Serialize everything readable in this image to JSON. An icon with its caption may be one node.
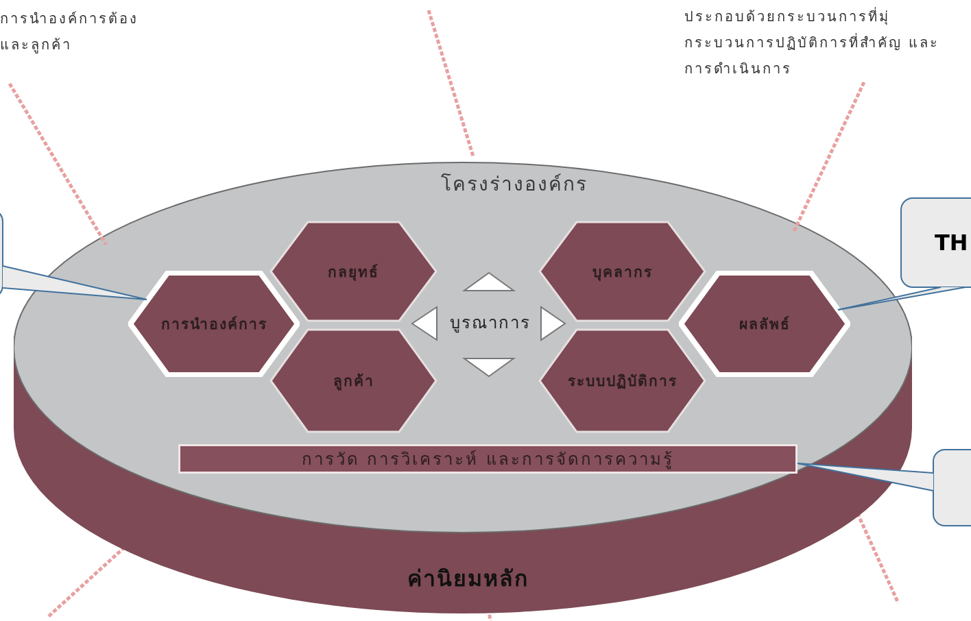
{
  "diagram": {
    "nodes": [
      {
        "text": [
          "การนำองค์การต้อง และลูกค้า"
        ]
      },
      {
        "text": [
          "ประกอบด้วยกระบวนการที่มุ่ กระบวนการปฏิบัติการที่สำคัญ และ การดำเนินการ"
        ]
      },
      {
        "text": [
          "โครงร่างองค์กร",
          "ค่านิยมหลัก"
        ]
      },
      {
        "text": [],
        "shape": "box"
      },
      {
        "text": [
          "การนำองค์การ"
        ],
        "in": 2
      },
      {
        "text": [
          "กลยุทธ์"
        ],
        "in": 2
      },
      {
        "text": [
          "ลูกค้า"
        ],
        "in": 2
      },
      {
        "text": [
          "บุคลากร"
        ],
        "in": 2
      },
      {
        "text": [
          "ระบบปฏิบัติการ"
        ],
        "in": 2
      },
      {
        "text": [
          "ผลลัพธ์"
        ],
        "in": 2
      },
      {
        "text": [
          "การวัด การวิเคราะห์ และการจัดการความรู้"
        ],
        "in": 2
      },
      {
        "text": [
          "TH"
        ]
      },
      {
        "text": [],
        "shape": "box"
      },
      {
        "text": [],
        "shape": "triangle",
        "in": 2
      },
      {
        "text": [],
        "shape": "triangle",
        "in": 2
      },
      {
        "text": [],
        "shape": "triangle",
        "in": 2
      },
      {
        "text": [],
        "shape": "triangle",
        "in": 2
      }
    ],
    "edges": [
      {
        "from": 3,
        "to": 4,
        "arrow": "none"
      },
      {
        "from": 11,
        "to": 9,
        "arrow": "none"
      },
      {
        "from": 12,
        "to": 10,
        "arrow": "none"
      },
      {
        "from": 0,
        "to": 2,
        "arrow": "none",
        "style": "dashed",
        "color": "#e8a0a0"
      },
      {
        "from": 1,
        "to": 2,
        "arrow": "none",
        "style": "dashed",
        "color": "#e8a0a0"
      }
    ],
    "labels": [
      "บูรณาการ"
    ]
  }
}
